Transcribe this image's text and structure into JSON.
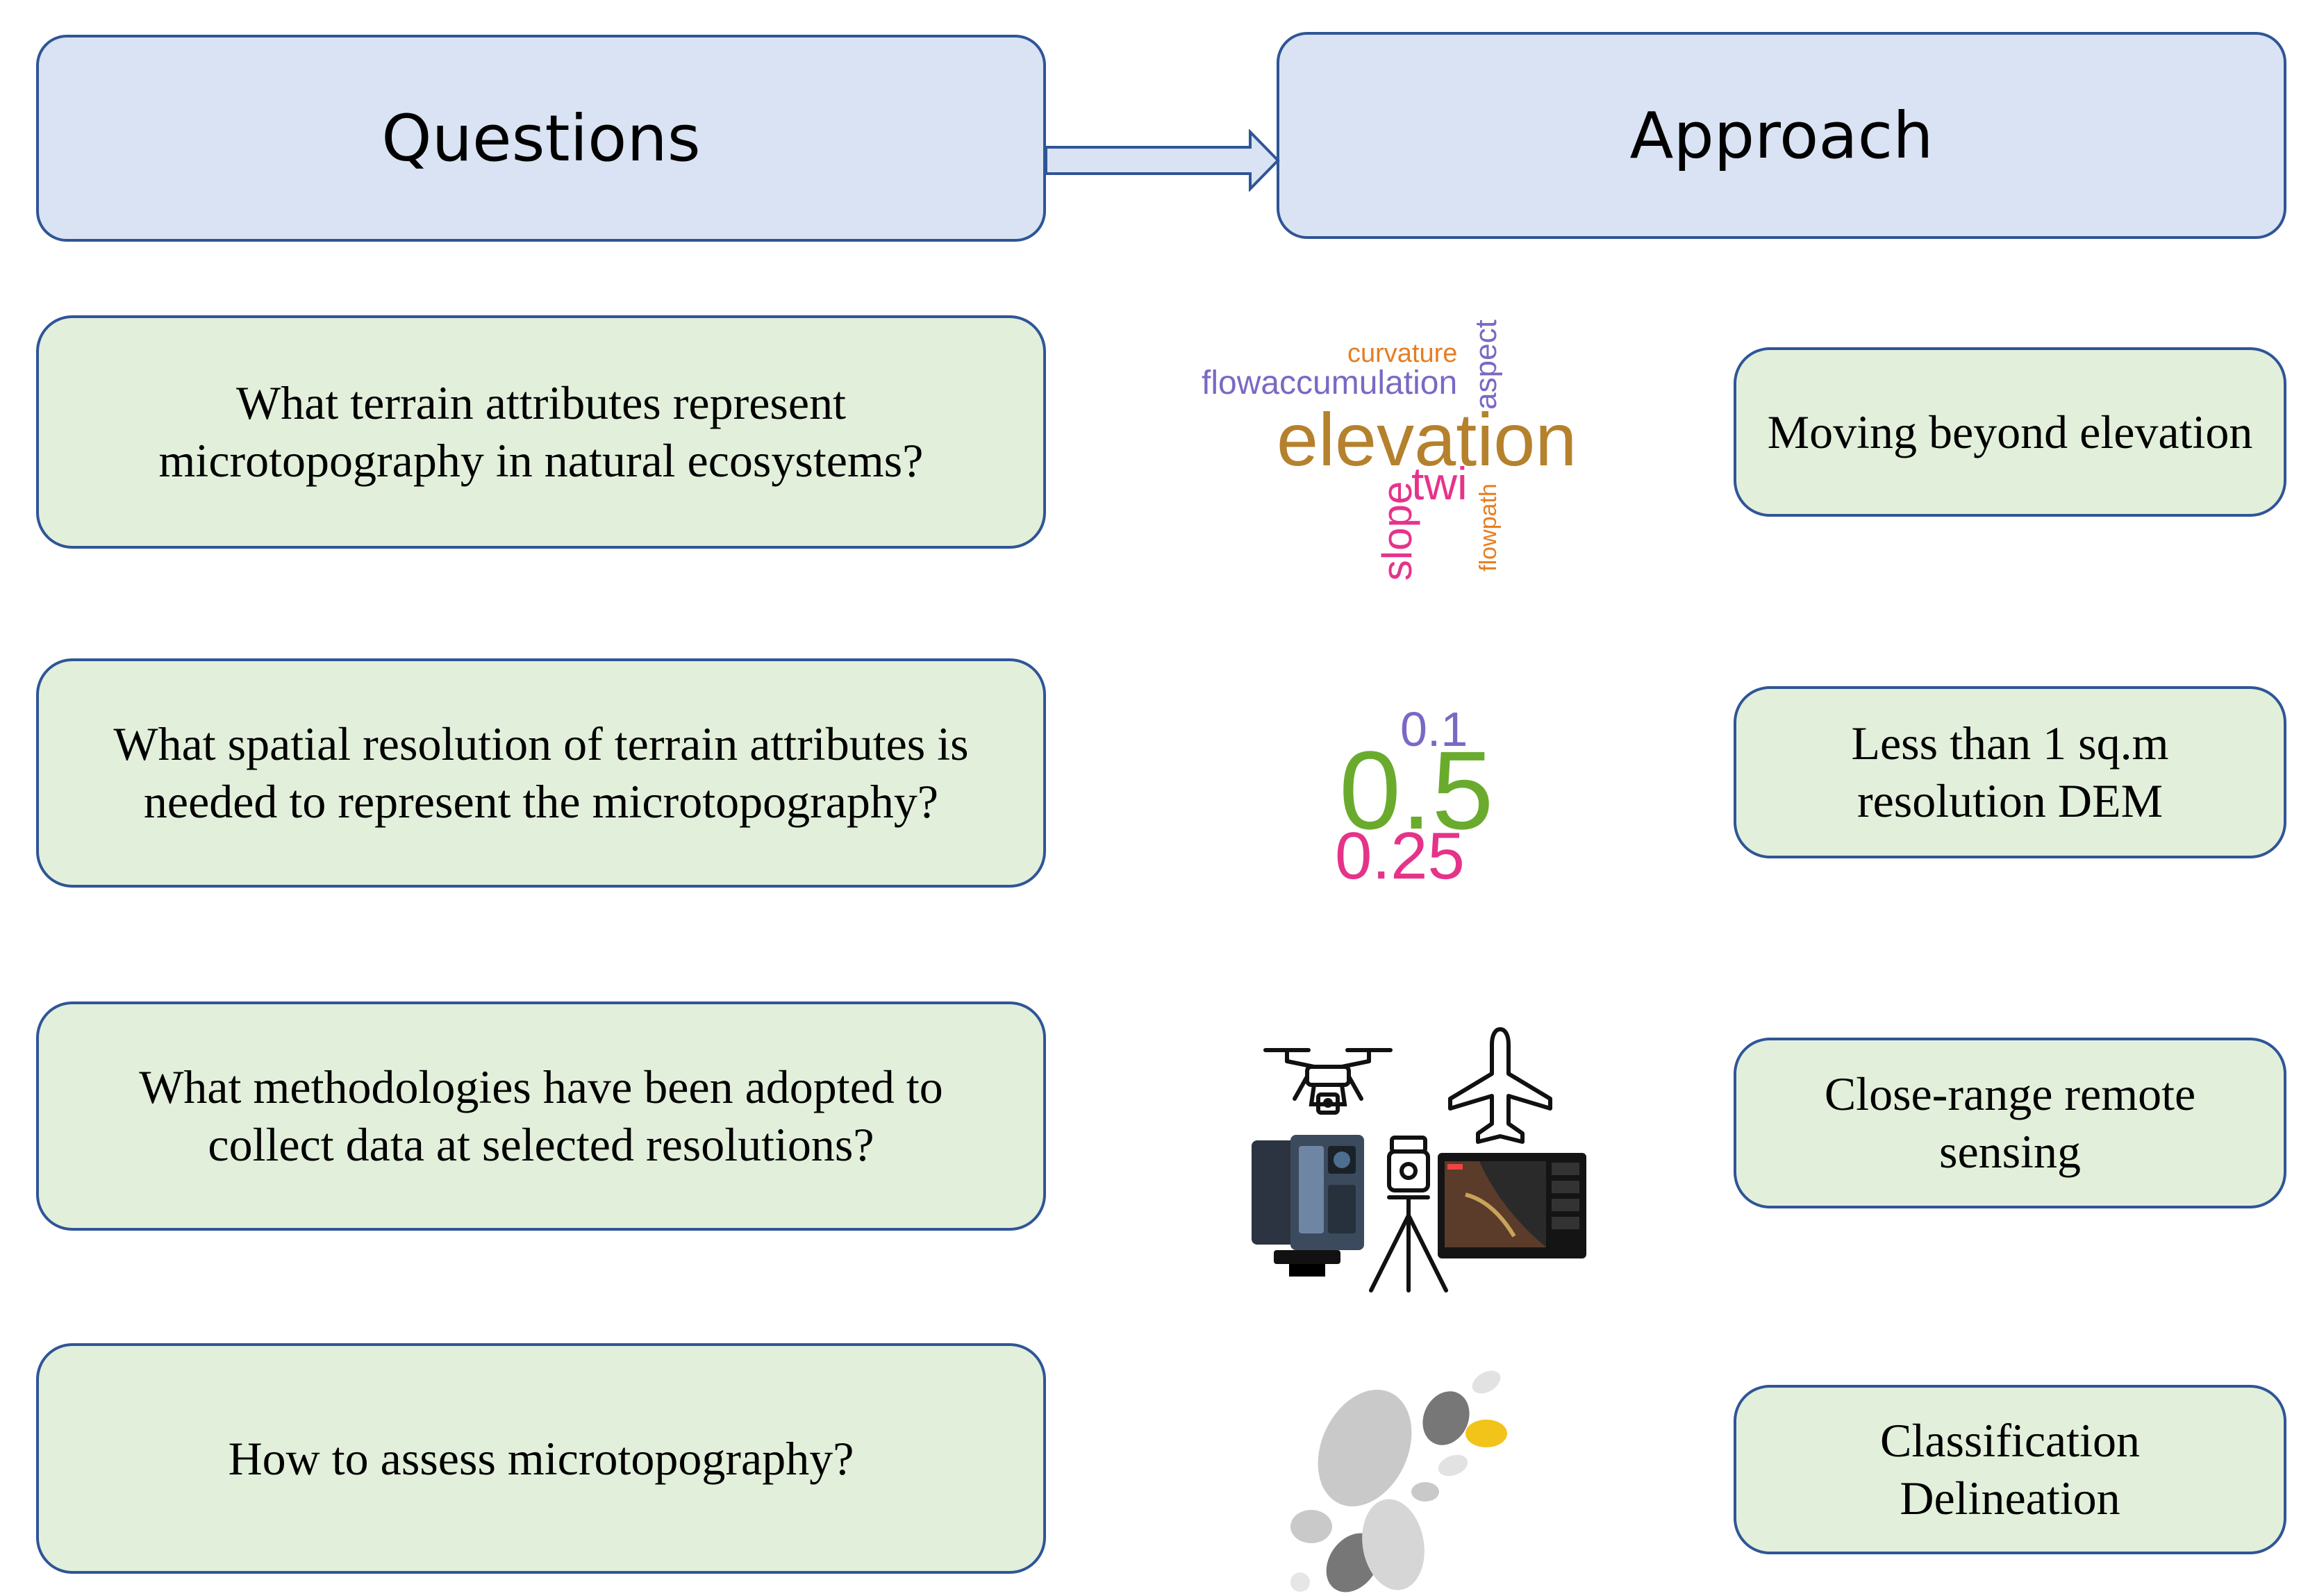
{
  "header": {
    "questions": "Questions",
    "approach": "Approach"
  },
  "rows": [
    {
      "question": "What terrain attributes represent microtopography in natural ecosystems?",
      "approach": "Moving beyond elevation",
      "words": {
        "curvature": "curvature",
        "aspect": "aspect",
        "flowaccumulation": "flowaccumulation",
        "elevation": "elevation",
        "twi": "twi",
        "slope": "slope",
        "flowpath": "flowpath"
      }
    },
    {
      "question": "What spatial resolution of terrain attributes is needed to represent the microtopography?",
      "approach": "Less than 1 sq.m resolution DEM",
      "words": {
        "a": "0.1",
        "b": "0.5",
        "c": "0.25"
      }
    },
    {
      "question": "What methodologies have been adopted to collect data at selected resolutions?",
      "approach": "Close-range remote sensing",
      "icons": [
        "drone-icon",
        "airplane-icon",
        "laser-scanner-icon",
        "total-station-icon",
        "sonar-display-icon"
      ]
    },
    {
      "question": "How to assess microtopography?",
      "approach": "Classification Delineation",
      "icons": [
        "cluster-blobs-icon"
      ]
    }
  ],
  "colors": {
    "header_fill": "#dae3f3",
    "box_fill": "#e2efda",
    "border": "#2f5597",
    "elevation": "#b5812d",
    "orange": "#e67e22",
    "purple": "#7b68c4",
    "pink": "#e6338a",
    "green": "#6aab2e",
    "highlight": "#f2c318"
  }
}
